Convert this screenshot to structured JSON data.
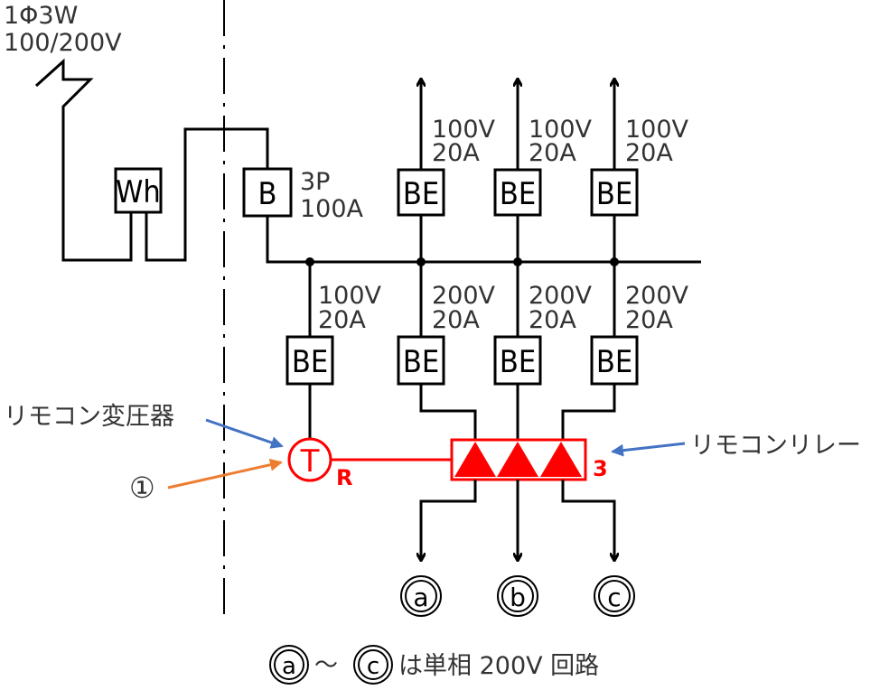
{
  "supply": {
    "phase_label": "1Φ3W",
    "voltage_label": "100/200V"
  },
  "meter": {
    "label": "Wh"
  },
  "main_breaker": {
    "label": "B",
    "spec_poles": "3P",
    "spec_amps": "100A"
  },
  "upper_breakers": [
    {
      "label": "BE",
      "voltage": "100V",
      "current": "20A"
    },
    {
      "label": "BE",
      "voltage": "100V",
      "current": "20A"
    },
    {
      "label": "BE",
      "voltage": "100V",
      "current": "20A"
    }
  ],
  "lower_breakers": [
    {
      "label": "BE",
      "voltage": "100V",
      "current": "20A"
    },
    {
      "label": "BE",
      "voltage": "200V",
      "current": "20A"
    },
    {
      "label": "BE",
      "voltage": "200V",
      "current": "20A"
    },
    {
      "label": "BE",
      "voltage": "200V",
      "current": "20A"
    }
  ],
  "transformer": {
    "symbol": "T",
    "subscript": "R",
    "name": "リモコン変圧器",
    "callout_number": "①"
  },
  "relay": {
    "name": "リモコンリレー",
    "count": "3"
  },
  "outputs": [
    "a",
    "b",
    "c"
  ],
  "legend": {
    "from": "a",
    "tilde": "～",
    "to": "c",
    "text": "は単相 200V 回路"
  },
  "colors": {
    "red": "#ff0000",
    "blue_arrow": "#4472c4",
    "orange_arrow": "#ed7d31",
    "text": "#333333"
  }
}
